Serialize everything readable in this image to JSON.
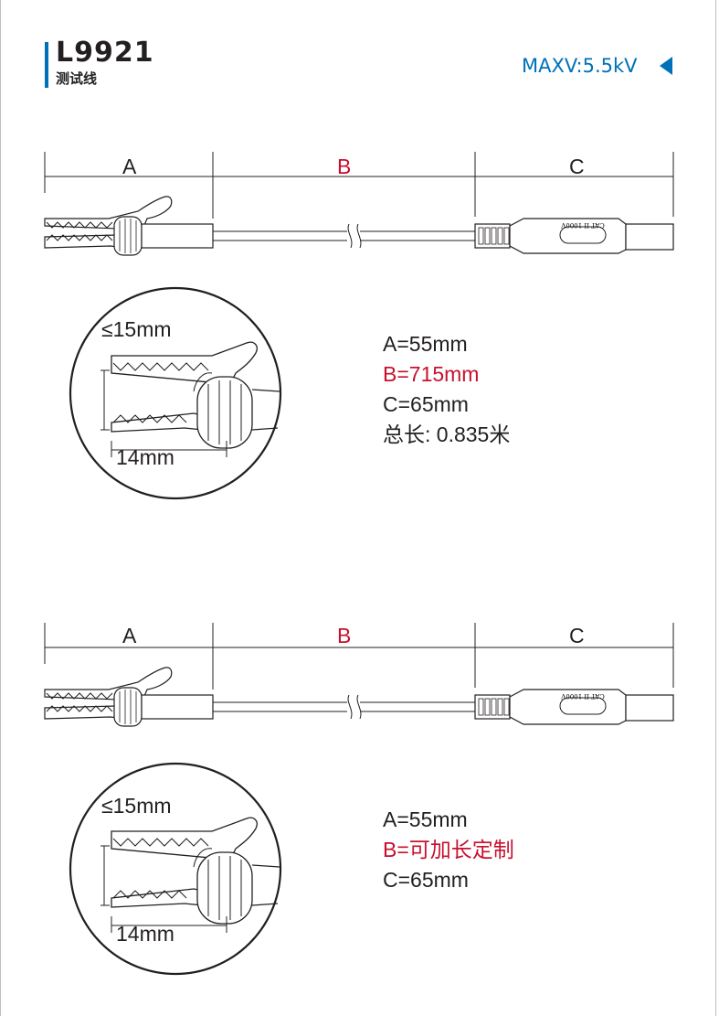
{
  "header": {
    "model": "L9921",
    "subtitle": "测试线",
    "maxv": "MAXV:5.5kV"
  },
  "colors": {
    "accent": "#0070b8",
    "highlight": "#c8102e",
    "ink": "#231f20"
  },
  "drawing1": {
    "segments": {
      "a": "A",
      "b": "B",
      "c": "C"
    },
    "plug_marking": "CAT II 1000V",
    "detail": {
      "jaw_opening": "≤15mm",
      "jaw_length": "14mm"
    },
    "specs": {
      "a": "A=55mm",
      "b": "B=715mm",
      "c": "C=65mm",
      "total": "总长: 0.835米"
    }
  },
  "drawing2": {
    "segments": {
      "a": "A",
      "b": "B",
      "c": "C"
    },
    "plug_marking": "CAT II 1000V",
    "detail": {
      "jaw_opening": "≤15mm",
      "jaw_length": "14mm"
    },
    "specs": {
      "a": "A=55mm",
      "b": "B=可加长定制",
      "c": "C=65mm"
    }
  }
}
